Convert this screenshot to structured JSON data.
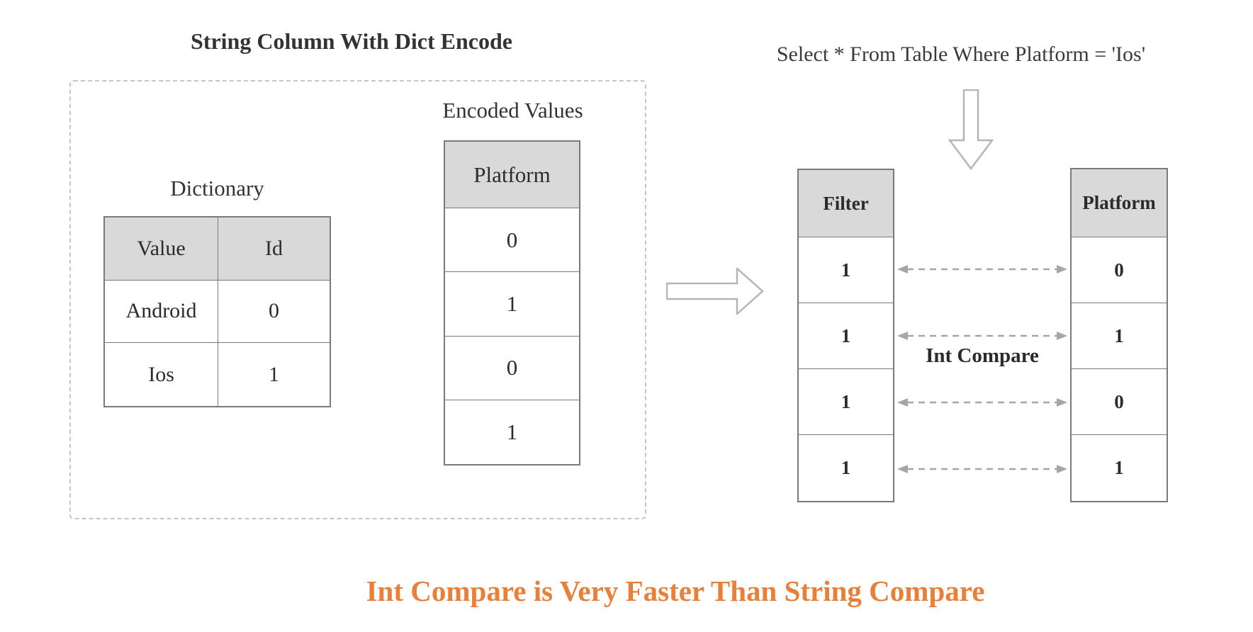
{
  "title": "String Column With Dict Encode",
  "query": "Select * From Table Where Platform = 'Ios'",
  "dictionary": {
    "label": "Dictionary",
    "headers": [
      "Value",
      "Id"
    ],
    "rows": [
      [
        "Android",
        "0"
      ],
      [
        "Ios",
        "1"
      ]
    ]
  },
  "encoded": {
    "label": "Encoded Values",
    "header": "Platform",
    "values": [
      "0",
      "1",
      "0",
      "1"
    ]
  },
  "result": {
    "filter": {
      "header": "Filter",
      "values": [
        "1",
        "1",
        "1",
        "1"
      ]
    },
    "platform": {
      "header": "Platform",
      "values": [
        "0",
        "1",
        "0",
        "1"
      ]
    },
    "compare_label": "Int Compare"
  },
  "caption": "Int Compare is Very Faster Than String Compare",
  "icons": {
    "down_arrow": "down-arrow-icon",
    "right_arrow": "right-arrow-icon",
    "compare_arrow": "double-headed-dashed-arrow-icon"
  },
  "colors": {
    "header_fill": "#d9d9d9",
    "table_border": "#7a7a7a",
    "text": "#2b2b2b",
    "hollow_arrow_outline": "#b5b5b5",
    "dashed_arrow": "#a6a6a6",
    "dashed_box_border": "#c6c6c6",
    "caption_orange": "#e8803a",
    "background": "#ffffff"
  }
}
